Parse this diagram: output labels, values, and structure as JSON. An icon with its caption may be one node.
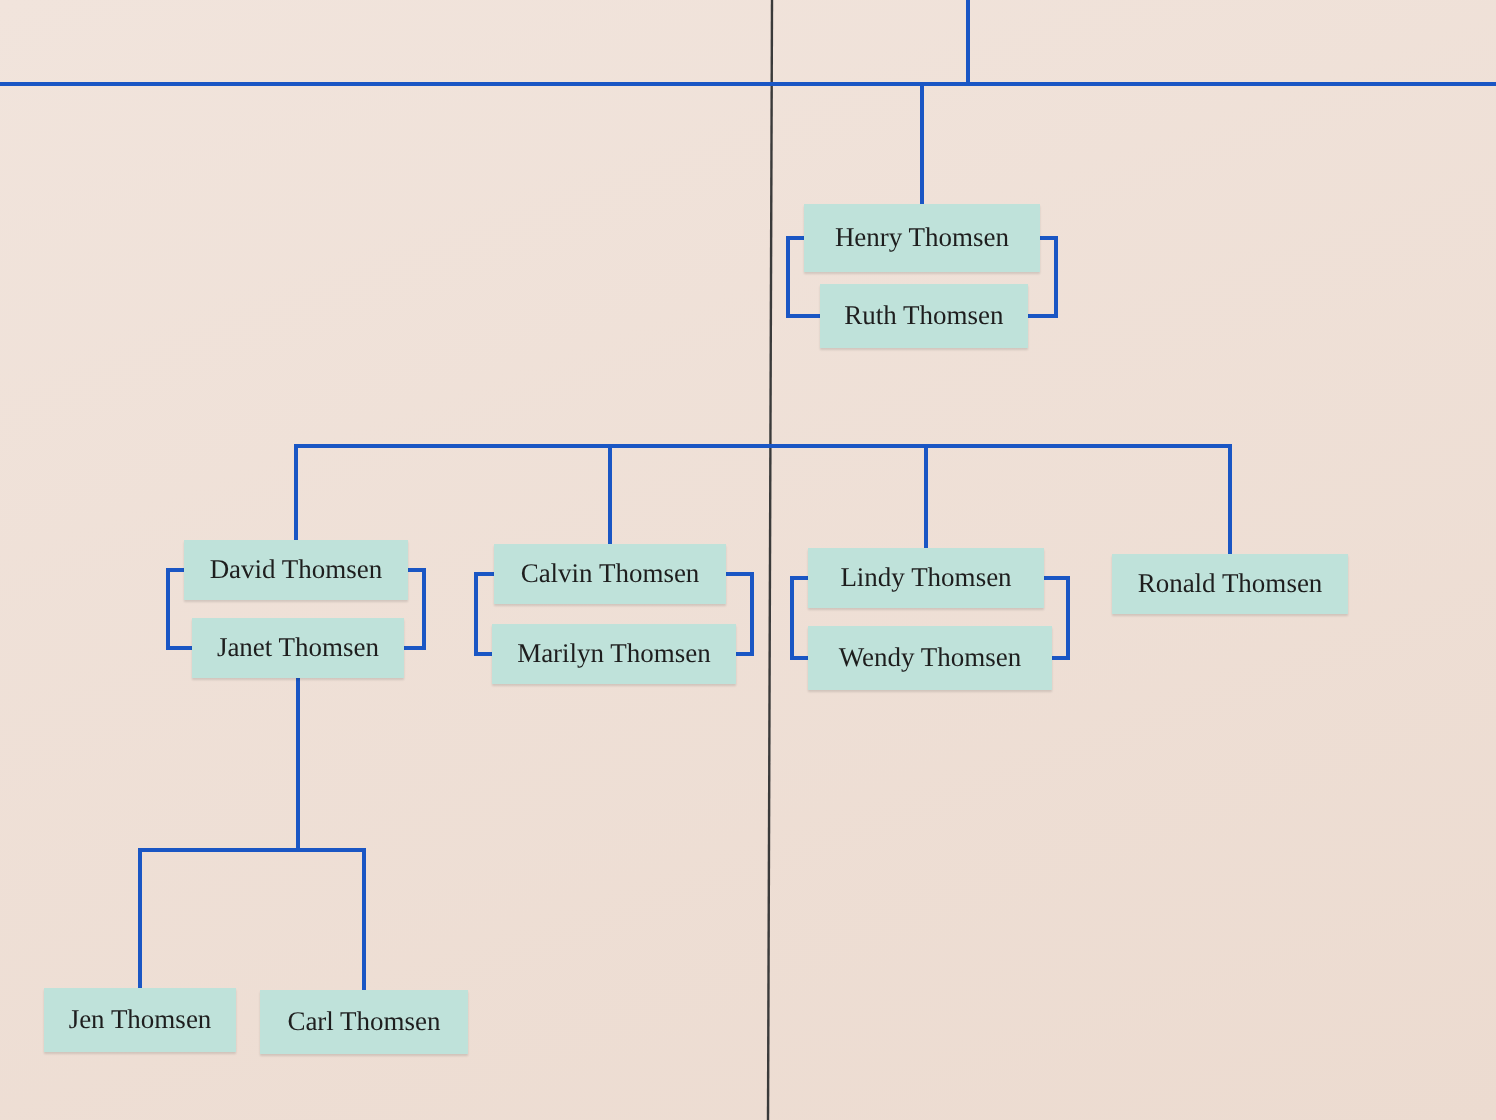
{
  "diagram": {
    "nodes": [
      {
        "text": [
          "Henry Thomsen"
        ]
      },
      {
        "text": [
          "Ruth Thomsen"
        ]
      },
      {
        "text": [
          "David Thomsen"
        ]
      },
      {
        "text": [
          "Janet Thomsen"
        ]
      },
      {
        "text": [
          "Calvin Thomsen"
        ]
      },
      {
        "text": [
          "Marilyn Thomsen"
        ]
      },
      {
        "text": [
          "Lindy Thomsen"
        ]
      },
      {
        "text": [
          "Wendy Thomsen"
        ]
      },
      {
        "text": [
          "Ronald Thomsen"
        ]
      },
      {
        "text": [
          "Jen Thomsen"
        ]
      },
      {
        "text": [
          "Carl Thomsen"
        ]
      }
    ],
    "edges": [
      {
        "from": null,
        "to": 0,
        "arrow": "none"
      },
      {
        "from": 0,
        "to": 1,
        "arrow": "none"
      },
      {
        "from": 0,
        "to": 1,
        "arrow": "none"
      },
      {
        "from": 2,
        "to": 3,
        "arrow": "none"
      },
      {
        "from": 2,
        "to": 3,
        "arrow": "none"
      },
      {
        "from": 4,
        "to": 5,
        "arrow": "none"
      },
      {
        "from": 4,
        "to": 5,
        "arrow": "none"
      },
      {
        "from": 6,
        "to": 7,
        "arrow": "none"
      },
      {
        "from": 6,
        "to": 7,
        "arrow": "none"
      },
      {
        "from": null,
        "to": 2,
        "arrow": "none"
      },
      {
        "from": null,
        "to": 4,
        "arrow": "none"
      },
      {
        "from": null,
        "to": 6,
        "arrow": "none"
      },
      {
        "from": null,
        "to": 8,
        "arrow": "none"
      },
      {
        "from": 3,
        "to": 9,
        "arrow": "none"
      },
      {
        "from": 3,
        "to": 10,
        "arrow": "none"
      }
    ]
  }
}
